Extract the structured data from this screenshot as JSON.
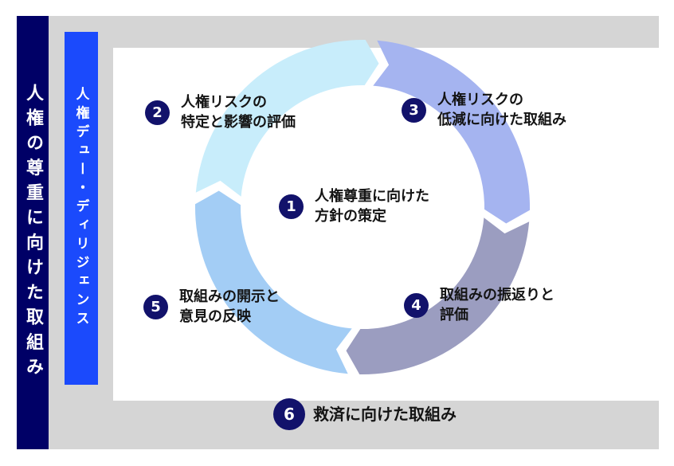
{
  "page": {
    "title": "人権の尊重に向けた取組み",
    "subtitle": "人権デュー・ディリジェンス"
  },
  "colors": {
    "navy_bar": "#000066",
    "blue_bar": "#1b4afc",
    "frame_gray": "#d5d5d5",
    "panel_white": "#ffffff",
    "step_circle": "#12126b",
    "text": "#141414"
  },
  "cycle": {
    "direction": "clockwise",
    "steps": [
      {
        "number": "1",
        "lines": [
          "人権尊重に向けた",
          "方針の策定"
        ]
      },
      {
        "number": "2",
        "lines": [
          "人権リスクの",
          "特定と影響の評価"
        ]
      },
      {
        "number": "3",
        "lines": [
          "人権リスクの",
          "低減に向けた取組み"
        ]
      },
      {
        "number": "4",
        "lines": [
          "取組みの振返りと",
          "評価"
        ]
      },
      {
        "number": "5",
        "lines": [
          "取組みの開示と",
          "意見の反映"
        ]
      },
      {
        "number": "6",
        "lines": [
          "救済に向けた取組み"
        ]
      }
    ],
    "arcs": [
      {
        "name": "top-left",
        "color": "#c8edfb"
      },
      {
        "name": "top-right",
        "color": "#a5b4f0"
      },
      {
        "name": "bottom-right",
        "color": "#9b9dc0"
      },
      {
        "name": "bottom-left",
        "color": "#a3cdf5"
      }
    ]
  }
}
